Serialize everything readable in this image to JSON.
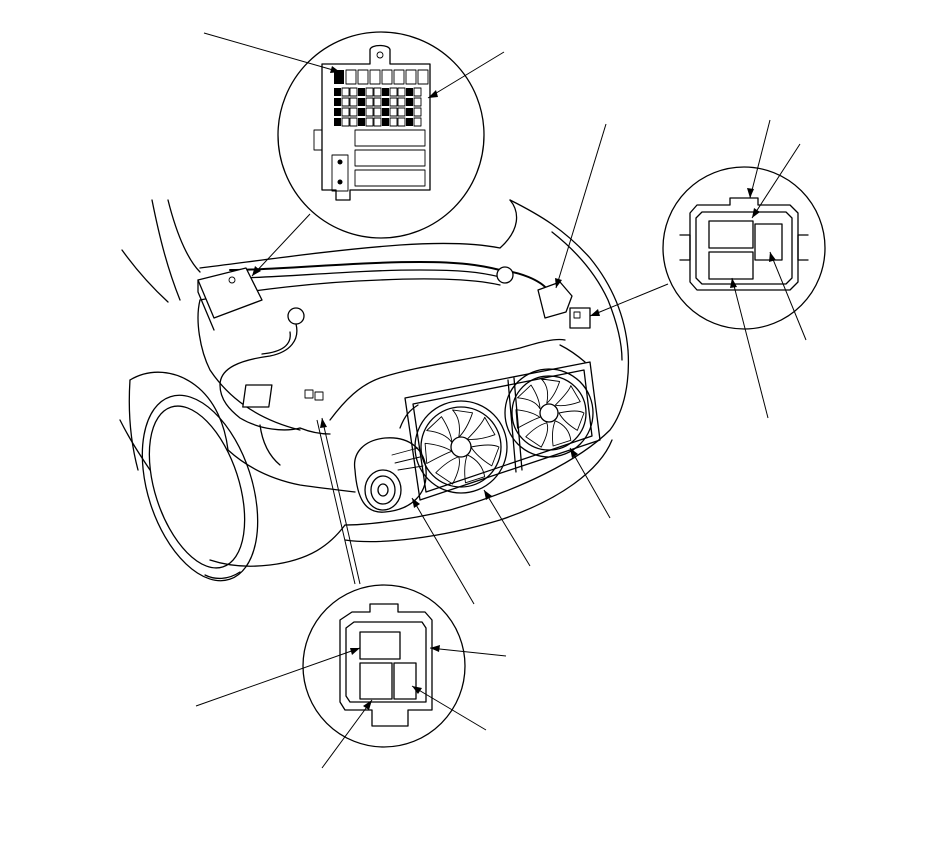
{
  "figure": {
    "kind": "automotive wiring component location illustration",
    "line_color": "#000000",
    "background": "#ffffff"
  },
  "callouts": [
    {
      "id": "fuse-box-detail",
      "icon": "fuse-relay-box-icon"
    },
    {
      "id": "connector-right",
      "icon": "three-pin-connector-icon"
    },
    {
      "id": "connector-bottom",
      "icon": "three-pin-connector-icon"
    }
  ]
}
